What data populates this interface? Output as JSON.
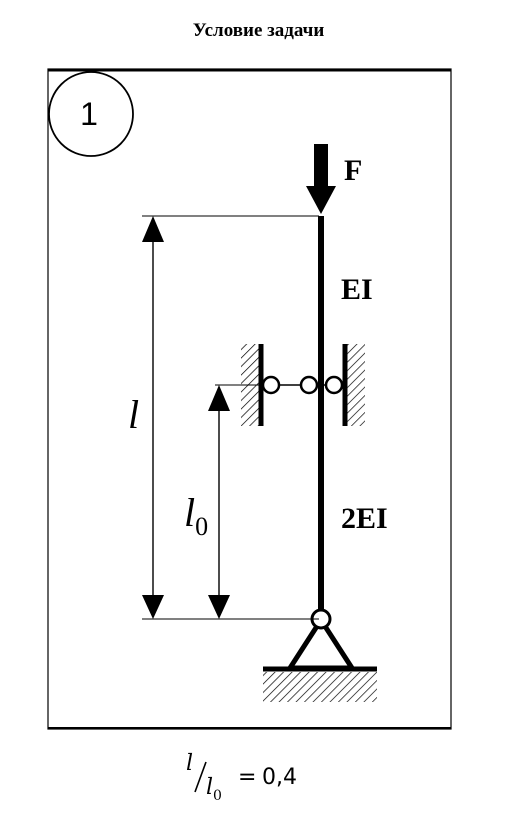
{
  "page": {
    "title": "Условие задачи"
  },
  "diagram": {
    "variant_number": "1",
    "force_label": "F",
    "upper_stiffness_label": "EI",
    "lower_stiffness_label": "2EI",
    "length_label": "l",
    "partial_length_label": "l",
    "partial_length_subscript": "0"
  },
  "ratio": {
    "numerator": "l",
    "denominator": "l",
    "denominator_subscript": "0",
    "equals": "=",
    "value": "0,4"
  }
}
